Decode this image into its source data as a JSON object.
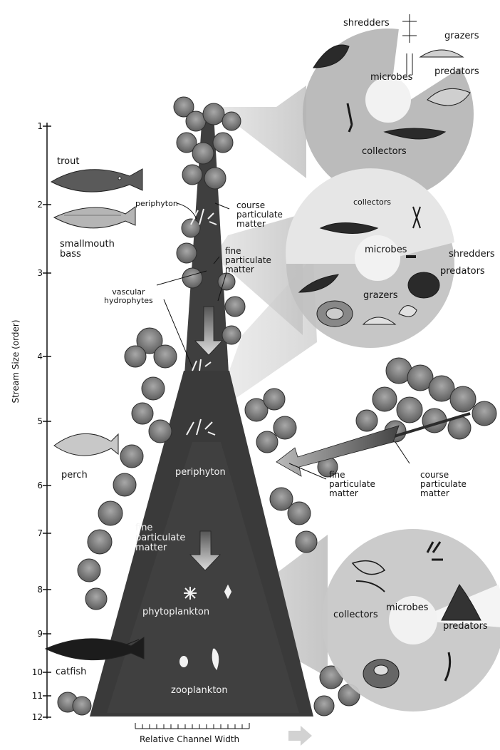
{
  "axis": {
    "title": "Stream Size (order)",
    "ticks": [
      "1",
      "2",
      "3",
      "4",
      "5",
      "6",
      "7",
      "8",
      "9",
      "10",
      "11",
      "12"
    ],
    "bottom_label": "Relative Channel Width"
  },
  "fish": {
    "trout": "trout",
    "smallmouth_bass_line1": "smallmouth",
    "smallmouth_bass_line2": "bass",
    "perch": "perch",
    "catfish": "catfish"
  },
  "stream_labels": {
    "periphyton_top": "periphyton",
    "course_pm_top": [
      "course",
      "particulate",
      "matter"
    ],
    "fine_pm_top": [
      "fine",
      "particulate",
      "matter"
    ],
    "vascular_hydrophytes": [
      "vascular",
      "hydrophytes"
    ],
    "periphyton_mid": "periphyton",
    "fine_pm_mid": [
      "fine",
      "particulate",
      "matter"
    ],
    "course_pm_mid": [
      "course",
      "particulate",
      "matter"
    ],
    "fine_pm_channel": [
      "fine",
      "particulate",
      "matter"
    ],
    "phytoplankton": "phytoplankton",
    "zooplankton": "zooplankton"
  },
  "circle_top": {
    "labels": [
      "shredders",
      "grazers",
      "microbes",
      "predators",
      "collectors"
    ]
  },
  "circle_mid": {
    "labels": [
      "collectors",
      "microbes",
      "shredders",
      "predators",
      "grazers"
    ]
  },
  "circle_bottom": {
    "labels": [
      "collectors",
      "microbes",
      "predators"
    ]
  },
  "colors": {
    "stream": "#3a3a3a",
    "foliage_dark": "#5a5a5a",
    "foliage_light": "#9a9a9a",
    "wedge": "#c8c8c8",
    "circle_ring": "#b4b4b4",
    "circle_center": "#f2f2f2"
  }
}
